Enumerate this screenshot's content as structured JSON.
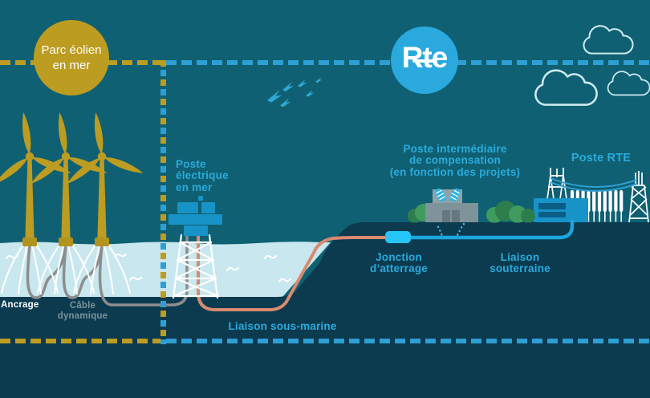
{
  "diagram_title_zone_left": "Parc éolien\nen mer",
  "logo": {
    "text": "Rte"
  },
  "labels": {
    "offshore_substation": "Poste\nélectrique\nen mer",
    "compensation_substation": "Poste intermédiaire\nde compensation\n(en fonction des projets)",
    "rte_substation": "Poste RTE",
    "landfall_junction": "Jonction\nd’atterrage",
    "underground_link": "Liaison\nsouterraine",
    "submarine_link": "Liaison sous-marine",
    "anchoring": "Ancrage",
    "dynamic_cable": "Câble\ndynamique"
  },
  "colors": {
    "background": "#0f6072",
    "underground": "#0c3a4f",
    "water": "#c8e7ee",
    "gold": "#bd9c22",
    "accent_blue": "#2aabdc",
    "dash_blue": "#2e9fd4",
    "logo_blue": "#29a9dd",
    "platform_blue": "#1793c7",
    "cable_salmon": "#d88a70",
    "cable_gray": "#8d8d8d",
    "cable_blue": "#1ba6df",
    "junction_cyan": "#25c6f7",
    "building_gray": "#7e939a",
    "bush_green": "#3f9b5e",
    "bush_green_dark": "#2e7d4d",
    "bird_blue": "#2fa9d4"
  },
  "icons": {
    "wind_turbines": "wind-turbine-icon",
    "offshore_platform": "offshore-substation-icon",
    "clouds": "cloud-icon",
    "birds": "birds-icon",
    "pylon": "transmission-pylon-icon",
    "compensation_building": "substation-building-icon",
    "bushes": "bush-icon",
    "junction_box": "junction-box-icon",
    "rte_logo": "rte-logo-icon"
  }
}
